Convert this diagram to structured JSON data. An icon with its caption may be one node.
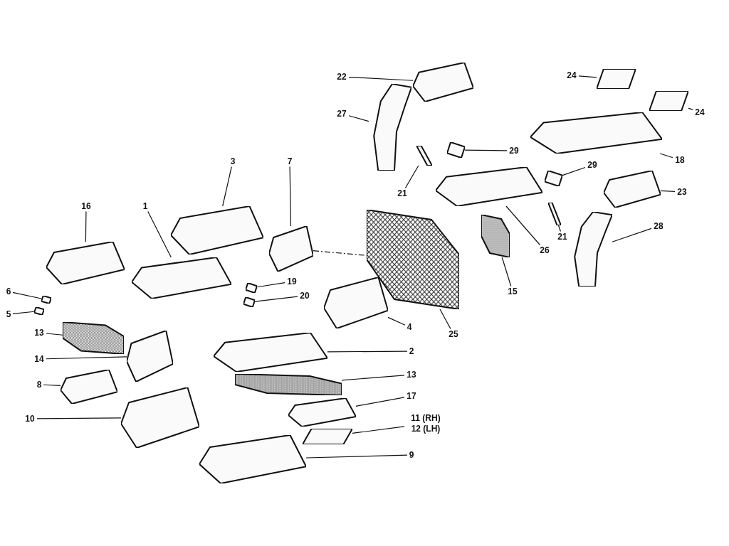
{
  "diagram": {
    "nodes": [
      {
        "text": [
          "22"
        ]
      },
      {
        "text": [
          "24"
        ]
      },
      {
        "text": [
          "27"
        ]
      },
      {
        "text": [
          "24"
        ]
      },
      {
        "text": [
          "29"
        ]
      },
      {
        "text": [
          "18"
        ]
      },
      {
        "text": [
          "21"
        ]
      },
      {
        "text": [
          "29"
        ]
      },
      {
        "text": [
          "23"
        ]
      },
      {
        "text": [
          "3"
        ]
      },
      {
        "text": [
          "7"
        ]
      },
      {
        "text": [
          "16"
        ]
      },
      {
        "text": [
          "1"
        ]
      },
      {
        "text": [
          "21"
        ]
      },
      {
        "text": [
          "28"
        ]
      },
      {
        "text": [
          "26"
        ]
      },
      {
        "text": [
          "15"
        ]
      },
      {
        "text": [
          "19"
        ]
      },
      {
        "text": [
          "6"
        ]
      },
      {
        "text": [
          "20"
        ]
      },
      {
        "text": [
          "5"
        ]
      },
      {
        "text": [
          "13"
        ]
      },
      {
        "text": [
          "4"
        ]
      },
      {
        "text": [
          "25"
        ]
      },
      {
        "text": [
          "14"
        ]
      },
      {
        "text": [
          "2"
        ]
      },
      {
        "text": [
          "8"
        ]
      },
      {
        "text": [
          "13"
        ]
      },
      {
        "text": [
          "17"
        ]
      },
      {
        "text": [
          "10"
        ]
      },
      {
        "text": [
          "11 (RH)",
          "12 (LH)"
        ]
      },
      {
        "text": [
          "9"
        ]
      },
      {
        "text": [],
        "shape": "picture"
      },
      {
        "text": [],
        "shape": "picture"
      },
      {
        "text": [],
        "shape": "picture"
      },
      {
        "text": [],
        "shape": "picture"
      },
      {
        "text": [],
        "shape": "picture"
      },
      {
        "text": [],
        "shape": "picture"
      },
      {
        "text": [],
        "shape": "picture"
      },
      {
        "text": [],
        "shape": "picture"
      },
      {
        "text": [],
        "shape": "picture"
      },
      {
        "text": [],
        "shape": "picture"
      },
      {
        "text": [],
        "shape": "picture"
      },
      {
        "text": [],
        "shape": "picture"
      },
      {
        "text": [],
        "shape": "picture"
      },
      {
        "text": [],
        "shape": "picture"
      },
      {
        "text": [],
        "shape": "picture"
      },
      {
        "text": [],
        "shape": "picture"
      },
      {
        "text": [],
        "shape": "picture"
      },
      {
        "text": [],
        "shape": "picture"
      },
      {
        "text": [],
        "shape": "picture"
      },
      {
        "text": [],
        "shape": "picture"
      },
      {
        "text": [],
        "shape": "picture"
      },
      {
        "text": [],
        "shape": "picture"
      },
      {
        "text": [],
        "shape": "picture"
      },
      {
        "text": [],
        "shape": "picture"
      },
      {
        "text": [],
        "shape": "picture"
      },
      {
        "text": [],
        "shape": "picture"
      },
      {
        "text": [],
        "shape": "picture"
      },
      {
        "text": [],
        "shape": "picture"
      },
      {
        "text": [],
        "shape": "picture"
      },
      {
        "text": [],
        "shape": "picture"
      },
      {
        "text": [],
        "shape": "picture"
      },
      {
        "text": [],
        "shape": "picture"
      }
    ],
    "edges": [
      {
        "from": 0,
        "to": 32,
        "arrow": "none"
      },
      {
        "from": 1,
        "to": 33,
        "arrow": "none"
      },
      {
        "from": 2,
        "to": 34,
        "arrow": "none"
      },
      {
        "from": 3,
        "to": 35,
        "arrow": "none"
      },
      {
        "from": 4,
        "to": 36,
        "arrow": "none"
      },
      {
        "from": 5,
        "to": 37,
        "arrow": "none"
      },
      {
        "from": 6,
        "to": 38,
        "arrow": "none"
      },
      {
        "from": 7,
        "to": 39,
        "arrow": "none"
      },
      {
        "from": 8,
        "to": 40,
        "arrow": "none"
      },
      {
        "from": 9,
        "to": 41,
        "arrow": "none"
      },
      {
        "from": 10,
        "to": 42,
        "arrow": "none"
      },
      {
        "from": 11,
        "to": 43,
        "arrow": "none"
      },
      {
        "from": 12,
        "to": 44,
        "arrow": "none"
      },
      {
        "from": 13,
        "to": 45,
        "arrow": "none"
      },
      {
        "from": 14,
        "to": 46,
        "arrow": "none"
      },
      {
        "from": 15,
        "to": 47,
        "arrow": "none"
      },
      {
        "from": 16,
        "to": 48,
        "arrow": "none"
      },
      {
        "from": 17,
        "to": 49,
        "arrow": "none"
      },
      {
        "from": 18,
        "to": 50,
        "arrow": "none"
      },
      {
        "from": 19,
        "to": 51,
        "arrow": "none"
      },
      {
        "from": 20,
        "to": 52,
        "arrow": "none"
      },
      {
        "from": 21,
        "to": 53,
        "arrow": "none"
      },
      {
        "from": 22,
        "to": 54,
        "arrow": "none"
      },
      {
        "from": 23,
        "to": 55,
        "arrow": "none"
      },
      {
        "from": 24,
        "to": 56,
        "arrow": "none"
      },
      {
        "from": 25,
        "to": 57,
        "arrow": "none"
      },
      {
        "from": 26,
        "to": 58,
        "arrow": "none"
      },
      {
        "from": 27,
        "to": 59,
        "arrow": "none"
      },
      {
        "from": 28,
        "to": 60,
        "arrow": "none"
      },
      {
        "from": 29,
        "to": 61,
        "arrow": "none"
      },
      {
        "from": 30,
        "to": 62,
        "arrow": "none"
      },
      {
        "from": 31,
        "to": 63,
        "arrow": "none"
      },
      {
        "from": 42,
        "to": 55,
        "arrow": "none",
        "style": "dashed"
      }
    ]
  }
}
